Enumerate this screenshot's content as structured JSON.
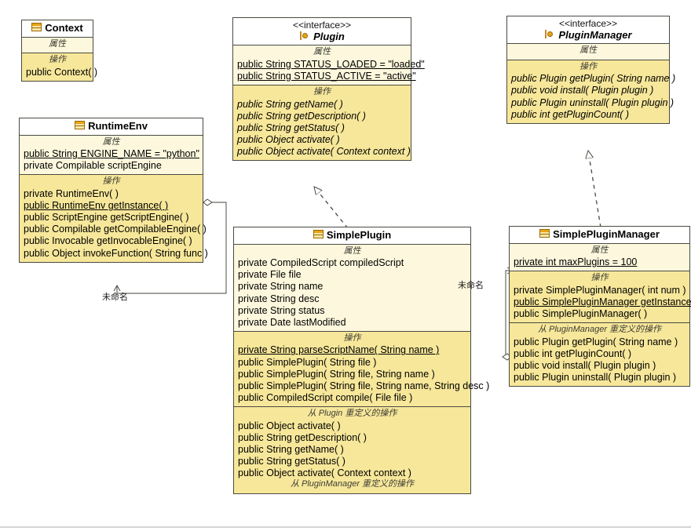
{
  "diagram": {
    "type": "uml-class-diagram",
    "section_labels": {
      "attributes": "属性",
      "operations": "操作",
      "overridden_from_plugin": "从 Plugin 重定义的操作",
      "overridden_from_pluginmanager": "从 PluginManager 重定义的操作"
    },
    "edge_labels": {
      "runtimeenv_self": "未命名",
      "simpleplugin_manager": "未命名"
    },
    "colors": {
      "header_bg": "#ffffff",
      "attributes_bg": "#fdf8dd",
      "operations_bg": "#f7e79a",
      "border": "#4a4a42",
      "icon_accent": "#e8a317"
    }
  },
  "classes": {
    "context": {
      "name": "Context",
      "icon": "class-icon",
      "attributes": [],
      "operations": [
        "public Context( )"
      ]
    },
    "runtimeenv": {
      "name": "RuntimeEnv",
      "icon": "class-icon",
      "attributes": [
        {
          "text": "public String ENGINE_NAME = \"python\"",
          "static": true
        },
        {
          "text": "private Compilable scriptEngine",
          "static": false
        }
      ],
      "operations": [
        {
          "text": "private RuntimeEnv( )",
          "static": false
        },
        {
          "text": "public RuntimeEnv  getInstance( )",
          "static": true
        },
        {
          "text": "public ScriptEngine  getScriptEngine( )",
          "static": false
        },
        {
          "text": "public Compilable  getCompilableEngine( )",
          "static": false
        },
        {
          "text": "public Invocable  getInvocableEngine( )",
          "static": false
        },
        {
          "text": "public Object  invokeFunction( String func )",
          "static": false
        }
      ]
    },
    "plugin": {
      "stereotype": "<<interface>>",
      "name": "Plugin",
      "icon": "interface-icon",
      "attributes": [
        {
          "text": "public String STATUS_LOADED = \"loaded\"",
          "static": true
        },
        {
          "text": "public String STATUS_ACTIVE = \"active\"",
          "static": true
        }
      ],
      "operations": [
        {
          "text": "public String  getName( )",
          "abstract": true
        },
        {
          "text": "public String  getDescription( )",
          "abstract": true
        },
        {
          "text": "public String  getStatus( )",
          "abstract": true
        },
        {
          "text": "public Object  activate( )",
          "abstract": true
        },
        {
          "text": "public Object  activate( Context context )",
          "abstract": true
        }
      ]
    },
    "pluginmanager": {
      "stereotype": "<<interface>>",
      "name": "PluginManager",
      "icon": "interface-icon",
      "attributes": [],
      "operations": [
        {
          "text": "public Plugin  getPlugin( String name )",
          "abstract": true
        },
        {
          "text": "public void  install( Plugin plugin )",
          "abstract": true
        },
        {
          "text": "public Plugin  uninstall( Plugin plugin )",
          "abstract": true
        },
        {
          "text": "public int  getPluginCount( )",
          "abstract": true
        }
      ]
    },
    "simpleplugin": {
      "name": "SimplePlugin",
      "icon": "class-icon",
      "attributes": [
        {
          "text": "private CompiledScript compiledScript",
          "static": false
        },
        {
          "text": "private File file",
          "static": false
        },
        {
          "text": "private String name",
          "static": false
        },
        {
          "text": "private String desc",
          "static": false
        },
        {
          "text": "private String status",
          "static": false
        },
        {
          "text": "private Date lastModified",
          "static": false
        }
      ],
      "operations": [
        {
          "text": "private String  parseScriptName( String name )",
          "static": true
        },
        {
          "text": "public SimplePlugin( String file )",
          "static": false
        },
        {
          "text": "public SimplePlugin( String file, String name )",
          "static": false
        },
        {
          "text": "public SimplePlugin( String file, String name, String desc )",
          "static": false
        },
        {
          "text": "public CompiledScript  compile( File file )",
          "static": false
        }
      ],
      "overridden": [
        {
          "text": "public Object  activate( )"
        },
        {
          "text": "public String  getDescription( )"
        },
        {
          "text": "public String  getName( )"
        },
        {
          "text": "public String  getStatus( )"
        },
        {
          "text": "public Object  activate( Context context )"
        }
      ]
    },
    "simplepluginmanager": {
      "name": "SimplePluginManager",
      "icon": "class-icon",
      "attributes": [
        {
          "text": "private int maxPlugins = 100",
          "static": true
        }
      ],
      "operations": [
        {
          "text": "private SimplePluginManager( int num )",
          "static": false
        },
        {
          "text": "public SimplePluginManager  getInstance( )",
          "static": true
        },
        {
          "text": "public SimplePluginManager( )",
          "static": false
        }
      ],
      "overridden": [
        {
          "text": "public Plugin  getPlugin( String name )"
        },
        {
          "text": "public int  getPluginCount( )"
        },
        {
          "text": "public void  install( Plugin plugin )"
        },
        {
          "text": "public Plugin  uninstall( Plugin plugin )"
        }
      ]
    }
  }
}
